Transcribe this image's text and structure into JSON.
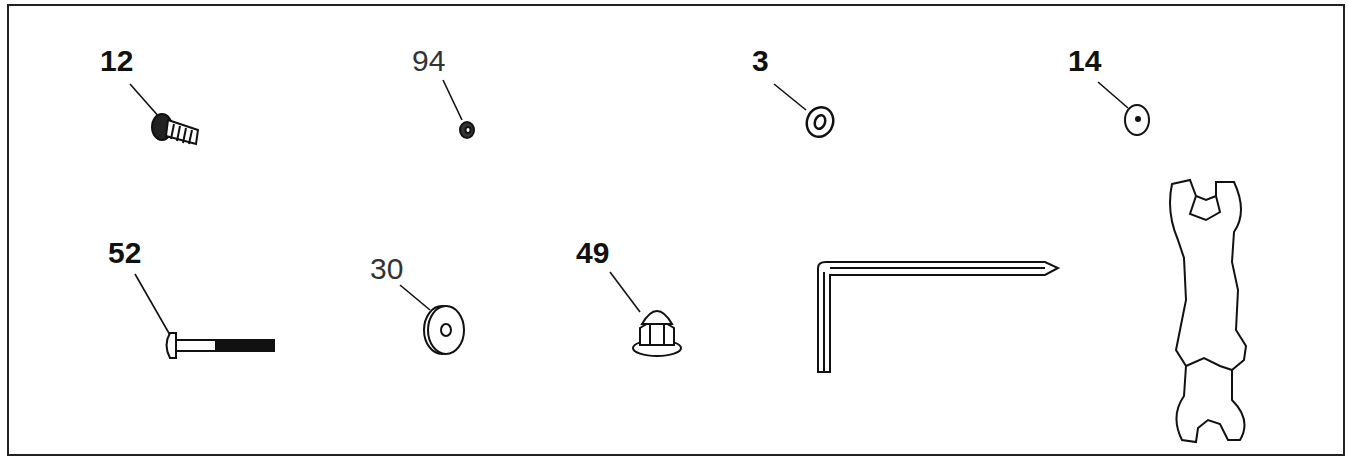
{
  "diagram": {
    "labels": [
      "12",
      "94",
      "3",
      "14",
      "52",
      "30",
      "49"
    ]
  }
}
